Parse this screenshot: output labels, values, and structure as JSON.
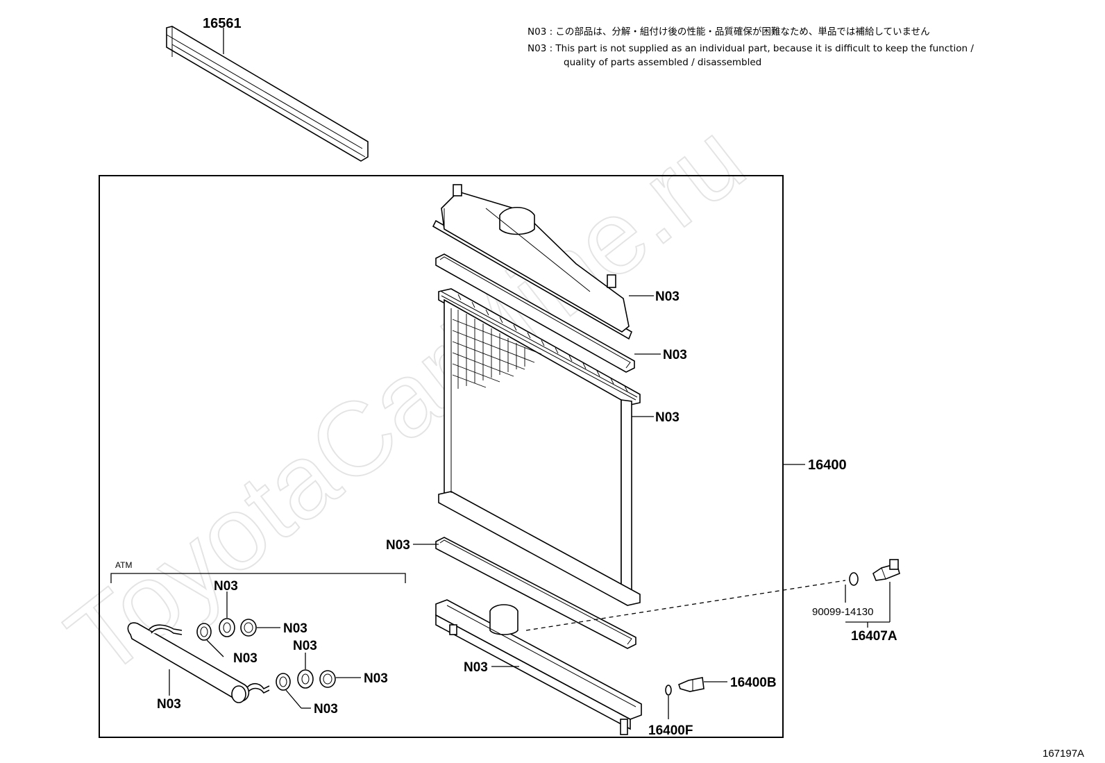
{
  "watermark": "ToyotaCarMine.ru",
  "notes": {
    "jp": "N03 : この部品は、分解・組付け後の性能・品質確保が困難なため、単品では補給していません",
    "en_line1": "N03 : This part is not supplied as an individual part, because it is difficult to keep the function /",
    "en_line2": "quality of parts assembled / disassembled"
  },
  "labels": {
    "p16561": "16561",
    "p16400": "16400",
    "p16400b": "16400B",
    "p16400f": "16400F",
    "p16407a": "16407A",
    "p90099": "90099-14130",
    "n03": "N03",
    "atm": "ATM"
  },
  "diagram_code": "167197A"
}
